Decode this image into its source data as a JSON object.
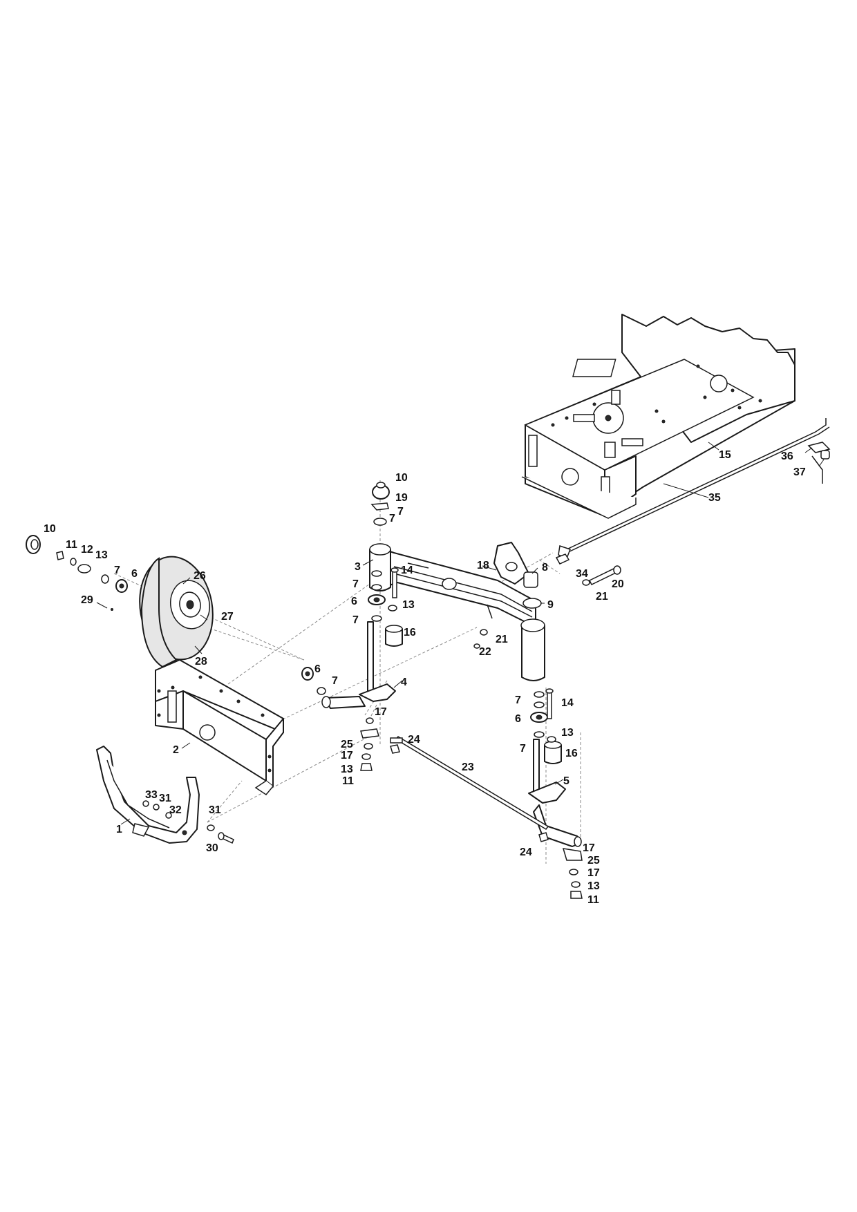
{
  "diagram": {
    "type": "exploded-parts-view",
    "callouts": [
      {
        "id": "c1",
        "label": "1"
      },
      {
        "id": "c2",
        "label": "2"
      },
      {
        "id": "c3",
        "label": "3"
      },
      {
        "id": "c4",
        "label": "4"
      },
      {
        "id": "c5",
        "label": "5"
      },
      {
        "id": "c6a",
        "label": "6"
      },
      {
        "id": "c6b",
        "label": "6"
      },
      {
        "id": "c6c",
        "label": "6"
      },
      {
        "id": "c6d",
        "label": "6"
      },
      {
        "id": "c7a",
        "label": "7"
      },
      {
        "id": "c7b",
        "label": "7"
      },
      {
        "id": "c7c",
        "label": "7"
      },
      {
        "id": "c7d",
        "label": "7"
      },
      {
        "id": "c7e",
        "label": "7"
      },
      {
        "id": "c7f",
        "label": "7"
      },
      {
        "id": "c7g",
        "label": "7"
      },
      {
        "id": "c7h",
        "label": "7"
      },
      {
        "id": "c8",
        "label": "8"
      },
      {
        "id": "c9",
        "label": "9"
      },
      {
        "id": "c10a",
        "label": "10"
      },
      {
        "id": "c10b",
        "label": "10"
      },
      {
        "id": "c11a",
        "label": "11"
      },
      {
        "id": "c11b",
        "label": "11"
      },
      {
        "id": "c11c",
        "label": "11"
      },
      {
        "id": "c12",
        "label": "12"
      },
      {
        "id": "c13a",
        "label": "13"
      },
      {
        "id": "c13b",
        "label": "13"
      },
      {
        "id": "c13c",
        "label": "13"
      },
      {
        "id": "c13d",
        "label": "13"
      },
      {
        "id": "c13e",
        "label": "13"
      },
      {
        "id": "c14a",
        "label": "14"
      },
      {
        "id": "c14b",
        "label": "14"
      },
      {
        "id": "c15",
        "label": "15"
      },
      {
        "id": "c16a",
        "label": "16"
      },
      {
        "id": "c16b",
        "label": "16"
      },
      {
        "id": "c17a",
        "label": "17"
      },
      {
        "id": "c17b",
        "label": "17"
      },
      {
        "id": "c17c",
        "label": "17"
      },
      {
        "id": "c17d",
        "label": "17"
      },
      {
        "id": "c18",
        "label": "18"
      },
      {
        "id": "c19",
        "label": "19"
      },
      {
        "id": "c20",
        "label": "20"
      },
      {
        "id": "c21a",
        "label": "21"
      },
      {
        "id": "c21b",
        "label": "21"
      },
      {
        "id": "c22",
        "label": "22"
      },
      {
        "id": "c23",
        "label": "23"
      },
      {
        "id": "c24a",
        "label": "24"
      },
      {
        "id": "c24b",
        "label": "24"
      },
      {
        "id": "c25a",
        "label": "25"
      },
      {
        "id": "c25b",
        "label": "25"
      },
      {
        "id": "c26",
        "label": "26"
      },
      {
        "id": "c27",
        "label": "27"
      },
      {
        "id": "c28",
        "label": "28"
      },
      {
        "id": "c29",
        "label": "29"
      },
      {
        "id": "c30",
        "label": "30"
      },
      {
        "id": "c31a",
        "label": "31"
      },
      {
        "id": "c31b",
        "label": "31"
      },
      {
        "id": "c32",
        "label": "32"
      },
      {
        "id": "c33",
        "label": "33"
      },
      {
        "id": "c34",
        "label": "34"
      },
      {
        "id": "c35",
        "label": "35"
      },
      {
        "id": "c36",
        "label": "36"
      },
      {
        "id": "c37",
        "label": "37"
      }
    ]
  }
}
